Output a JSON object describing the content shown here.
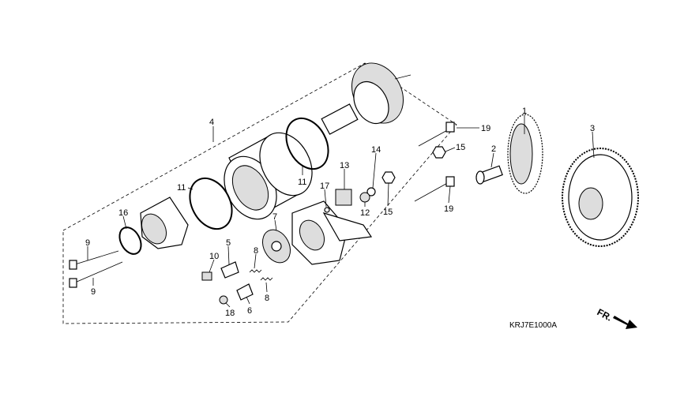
{
  "diagram_code": "KRJ7E1000A",
  "front_indicator": "FR.",
  "callouts": {
    "c1": "1",
    "c2": "2",
    "c3": "3",
    "c4": "4",
    "c5": "5",
    "c6": "6",
    "c7": "7",
    "c8a": "8",
    "c8b": "8",
    "c9a": "9",
    "c9b": "9",
    "c10": "10",
    "c11a": "11",
    "c11b": "11",
    "c12": "12",
    "c13": "13",
    "c14": "14",
    "c15a": "15",
    "c15b": "15",
    "c16": "16",
    "c17": "17",
    "c18": "18",
    "c19a": "19",
    "c19b": "19"
  }
}
